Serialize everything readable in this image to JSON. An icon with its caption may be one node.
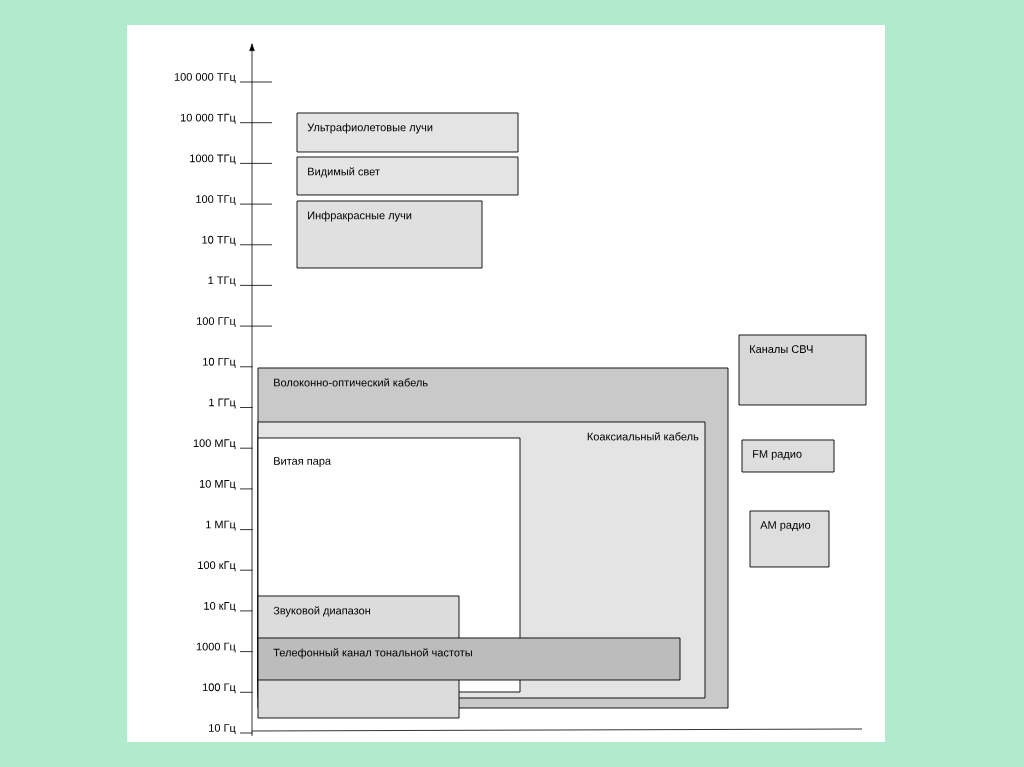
{
  "diagram": {
    "nodes": [
      {
        "text": [
          "Ультрафиолетовые лучи"
        ]
      },
      {
        "text": [
          "Видимый свет"
        ]
      },
      {
        "text": [
          "Инфракрасные лучи"
        ]
      },
      {
        "text": [
          "Каналы СВЧ"
        ]
      },
      {
        "text": [
          "Волоконно-оптический кабель"
        ]
      },
      {
        "text": [
          "Коаксиальный кабель"
        ],
        "in": 4
      },
      {
        "text": [
          "Витая пара"
        ],
        "in": 5
      },
      {
        "text": [
          "Звуковой диапазон"
        ]
      },
      {
        "text": [
          "Телефонный канал тональной частоты"
        ],
        "in": 5
      },
      {
        "text": [
          "FM радио"
        ]
      },
      {
        "text": [
          "AM радио"
        ]
      }
    ],
    "labels": [
      "100 000 ТГц",
      "10 000 ТГц",
      "1000 ТГц",
      "100 ТГц",
      "10 ТГц",
      "1 ТГц",
      "100 ГГц",
      "10 ГГц",
      "1 ГГц",
      "100 МГц",
      "10 МГц",
      "1 МГц",
      "100 кГц",
      "10 кГц",
      "1000 Гц",
      "100 Гц",
      "10 Гц"
    ]
  }
}
